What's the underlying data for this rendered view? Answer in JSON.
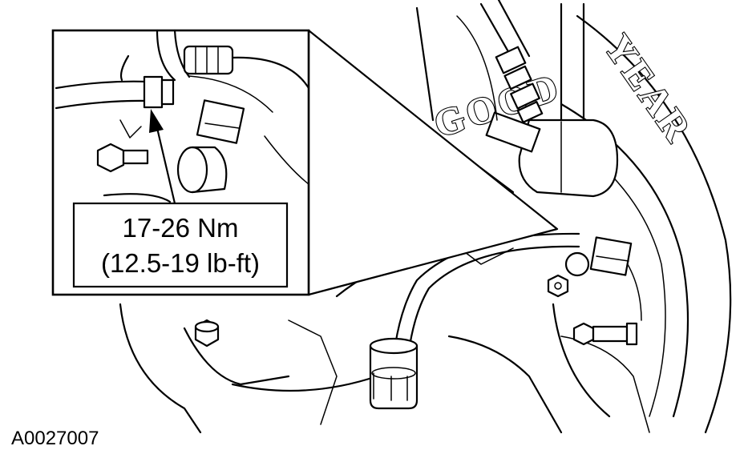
{
  "callout": {
    "torque_nm": "17-26 Nm",
    "torque_lbft": "(12.5-19 lb-ft)"
  },
  "tire": {
    "brand_left": "GOOD",
    "brand_right": "YEAR"
  },
  "figure": {
    "id": "A0027007"
  }
}
